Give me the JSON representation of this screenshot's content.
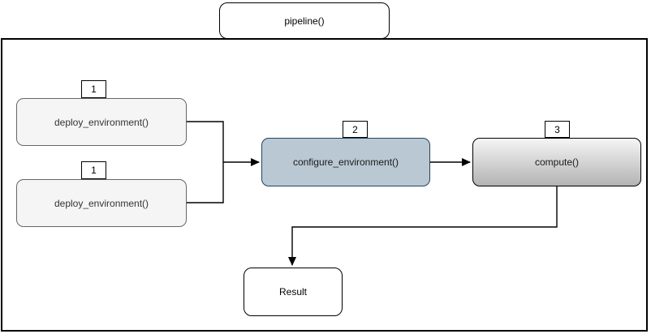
{
  "diagram": {
    "title": "pipeline()",
    "nodes": [
      {
        "id": "deploy-environment-1",
        "label": "deploy_environment()",
        "badge": "1"
      },
      {
        "id": "deploy-environment-2",
        "label": "deploy_environment()",
        "badge": "1"
      },
      {
        "id": "configure-environment",
        "label": "configure_environment()",
        "badge": "2"
      },
      {
        "id": "compute",
        "label": "compute()",
        "badge": "3"
      },
      {
        "id": "result",
        "label": "Result"
      }
    ],
    "edges": [
      {
        "from": "deploy-environment-1",
        "to": "configure-environment"
      },
      {
        "from": "deploy-environment-2",
        "to": "configure-environment"
      },
      {
        "from": "configure-environment",
        "to": "compute"
      },
      {
        "from": "compute",
        "to": "result"
      }
    ],
    "colors": {
      "background": "#ffffff",
      "container_border": "#000000",
      "deploy_fill": "#f5f5f5",
      "deploy_border": "#666666",
      "configure_fill": "#b9c8d2",
      "configure_border": "#23445d",
      "compute_gradient_top": "#f5f5f5",
      "compute_gradient_bottom": "#b3b3b3",
      "compute_border": "#000000",
      "edge_color": "#000000"
    }
  }
}
